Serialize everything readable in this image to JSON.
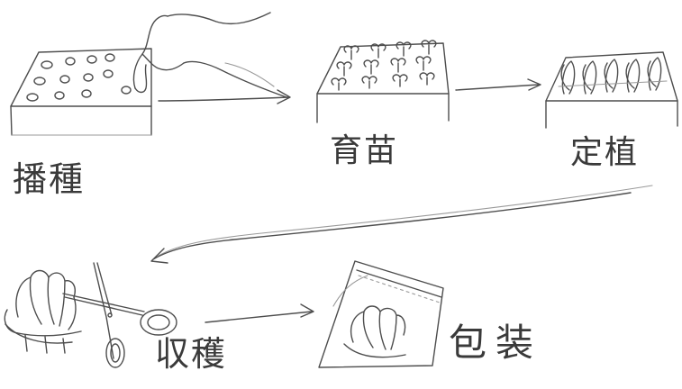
{
  "steps": {
    "sowing": "播種",
    "nursery": "育苗",
    "planting": "定植",
    "harvest": "収穫",
    "packing": "包装"
  },
  "icons": {
    "sowing": "seed-tray-with-hand-icon",
    "nursery": "seedling-tray-icon",
    "planting": "planted-box-icon",
    "harvest": "lettuce-and-scissors-icon",
    "packing": "lettuce-in-bag-icon"
  },
  "colors": {
    "pencil": "#4d4d4d",
    "background": "#ffffff"
  }
}
